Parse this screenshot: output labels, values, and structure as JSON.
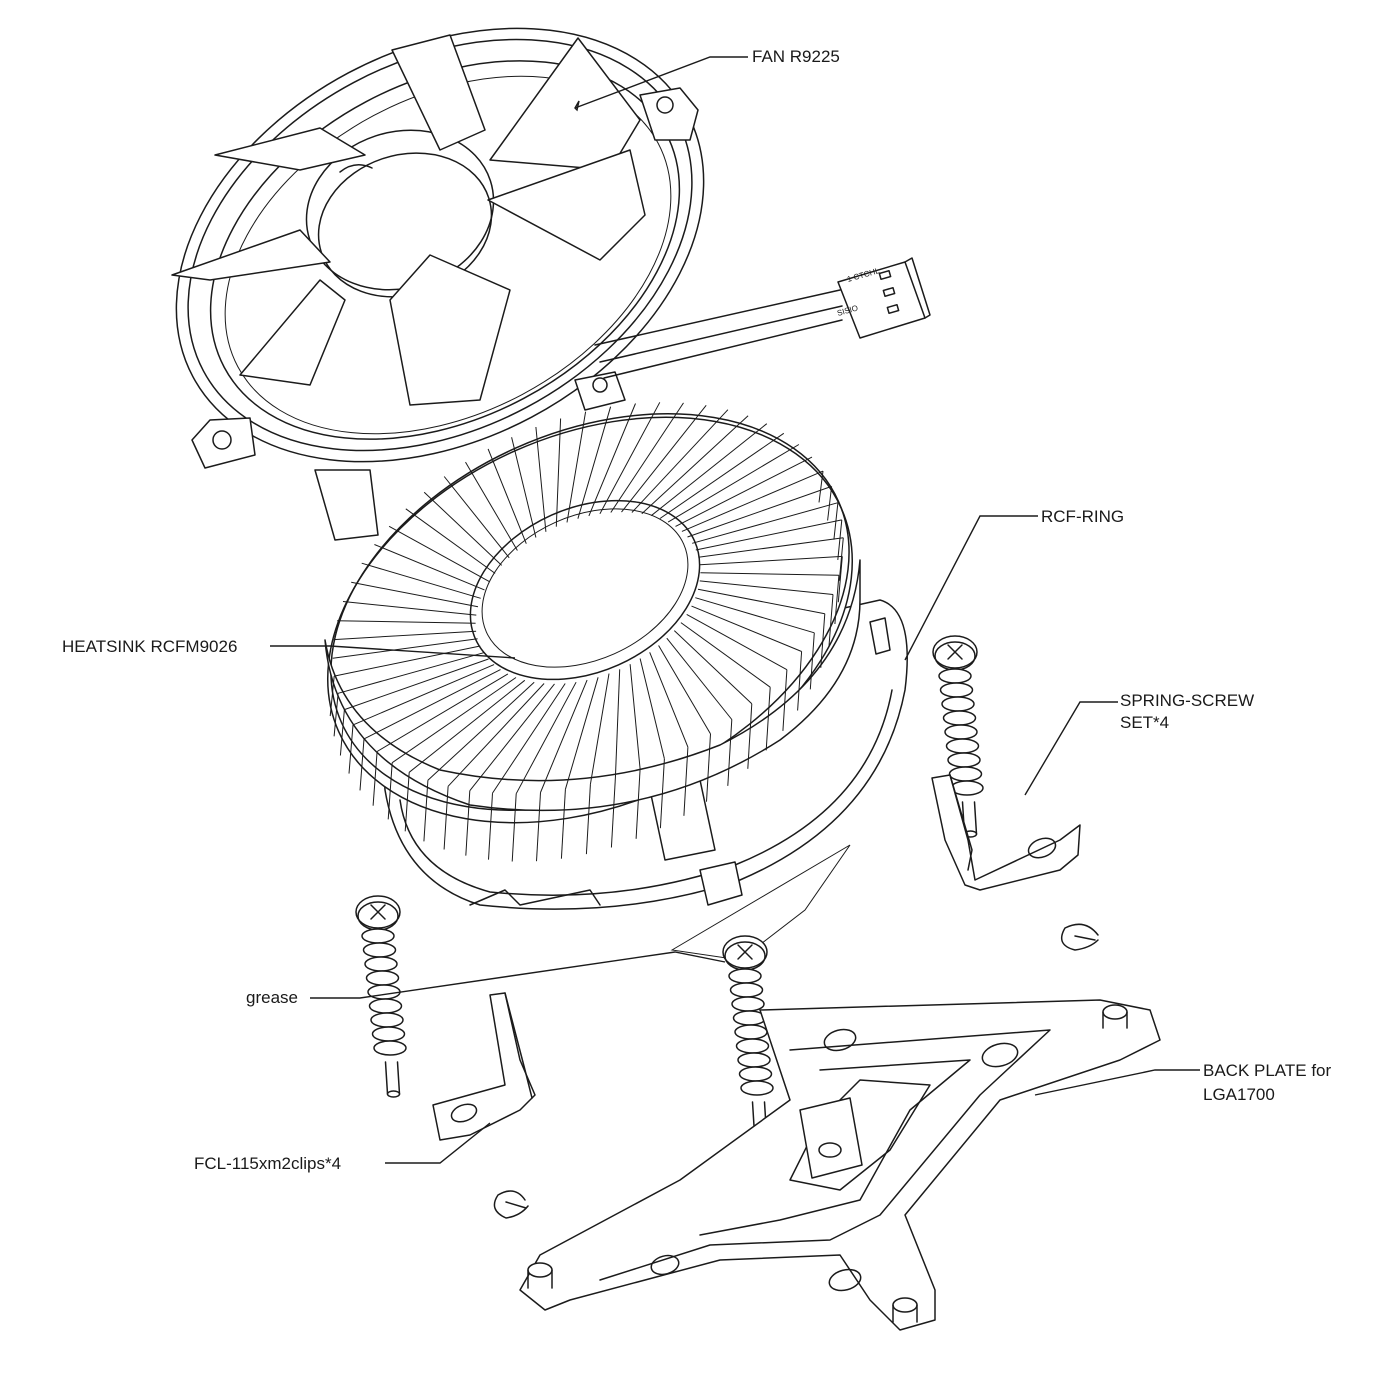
{
  "labels": {
    "fan": "FAN R9225",
    "rcf_ring": "RCF-RING",
    "heatsink": "HEATSINK RCFM9026",
    "spring_screw_line1": "SPRING-SCREW",
    "spring_screw_line2": "SET*4",
    "grease": "grease",
    "back_plate_line1": "BACK PLATE for",
    "back_plate_line2": "LGA1700",
    "clips": "FCL-115xm2clips*4"
  },
  "connector_text": {
    "top": "1 CTCHL",
    "side": "SISIO"
  },
  "colors": {
    "line": "#1b1b1b",
    "background": "#ffffff"
  }
}
